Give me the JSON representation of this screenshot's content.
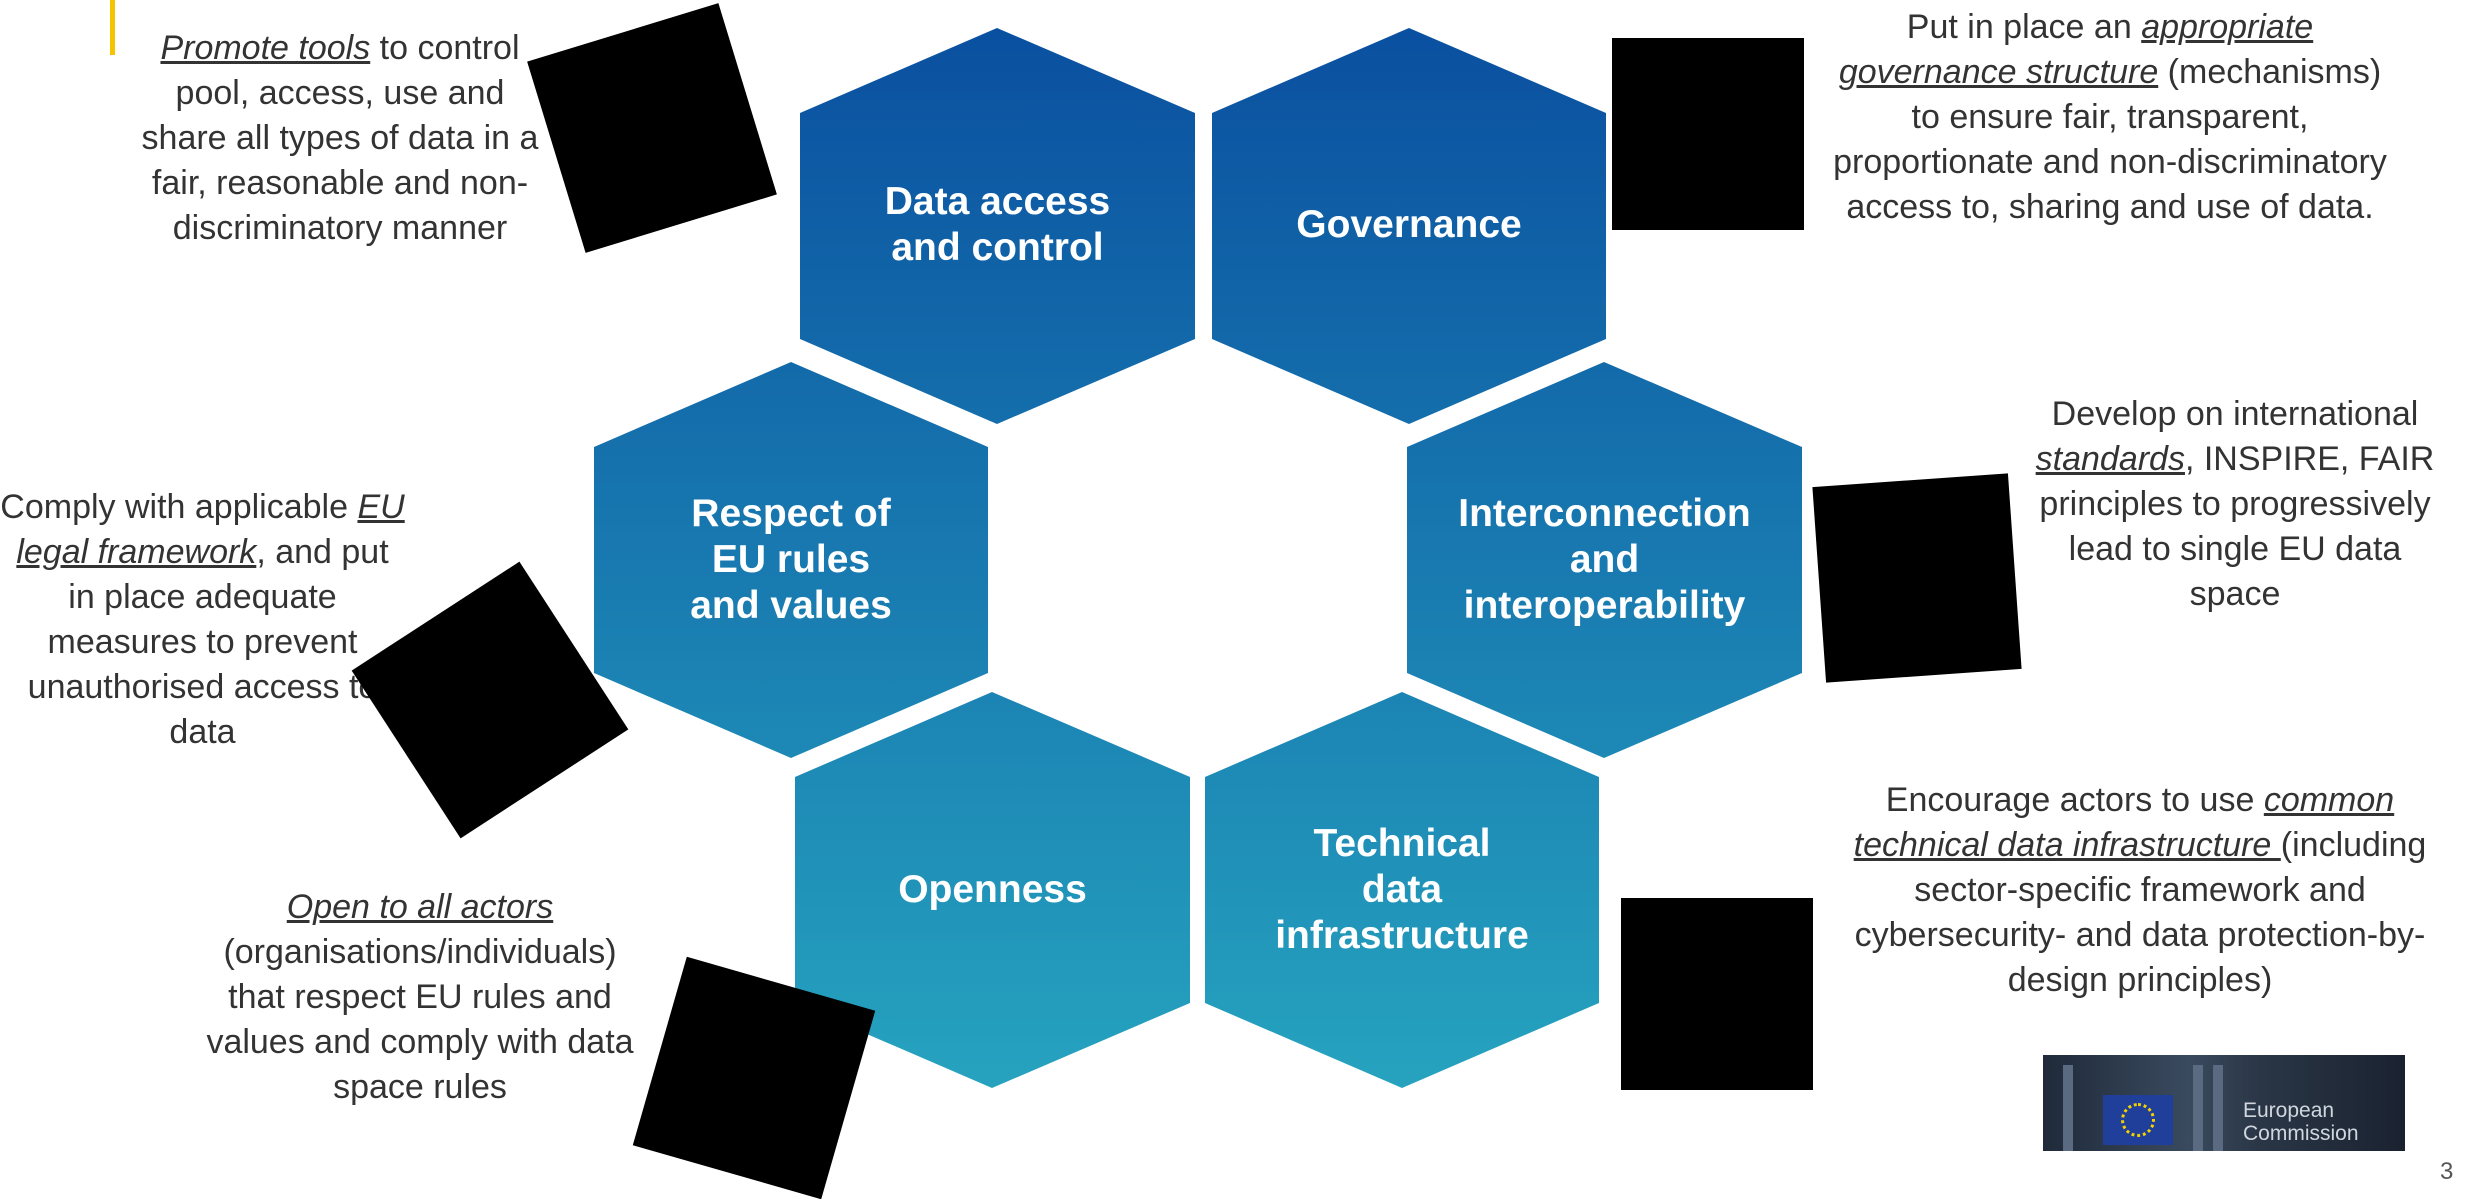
{
  "hexagons": {
    "data_access": "Data access\nand control",
    "governance": "Governance",
    "respect": "Respect of\nEU rules\nand values",
    "interconnection": "Interconnection\nand\ninteroperability",
    "openness": "Openness",
    "technical": "Technical\ndata\ninfrastructure"
  },
  "notes": {
    "top_left": {
      "u": "Promote tools",
      "rest": " to control pool, access, use and share all types of data in a fair, reasonable and non-discriminatory manner"
    },
    "top_right": {
      "pre": "Put in place an ",
      "u": "appropriate governance structure",
      "rest": " (mechanisms) to ensure fair, transparent, proportionate and non-discriminatory access to, sharing and use of data."
    },
    "mid_left": {
      "pre": "Comply with applicable ",
      "u": "EU legal framework",
      "rest": ", and put in place adequate measures to prevent unauthorised access to data"
    },
    "mid_right": {
      "pre": "Develop on international ",
      "u": "standards",
      "rest": ", INSPIRE, FAIR principles to progressively lead to single EU data space"
    },
    "bottom_left": {
      "u": "Open to all actors",
      "rest": " (organisations/individuals) that respect EU rules and values and comply with data space rules"
    },
    "bottom_right": {
      "pre": "Encourage actors to use ",
      "u": "common technical data infrastructure ",
      "rest": "(including sector-specific framework and cybersecurity- and data protection-by-design principles)"
    }
  },
  "logo_text": "European\nCommission",
  "page_number": "3",
  "colors": {
    "hex_top": "#0a4fa0",
    "hex_bottom": "#26a3bf",
    "accent": "#f5c400"
  }
}
